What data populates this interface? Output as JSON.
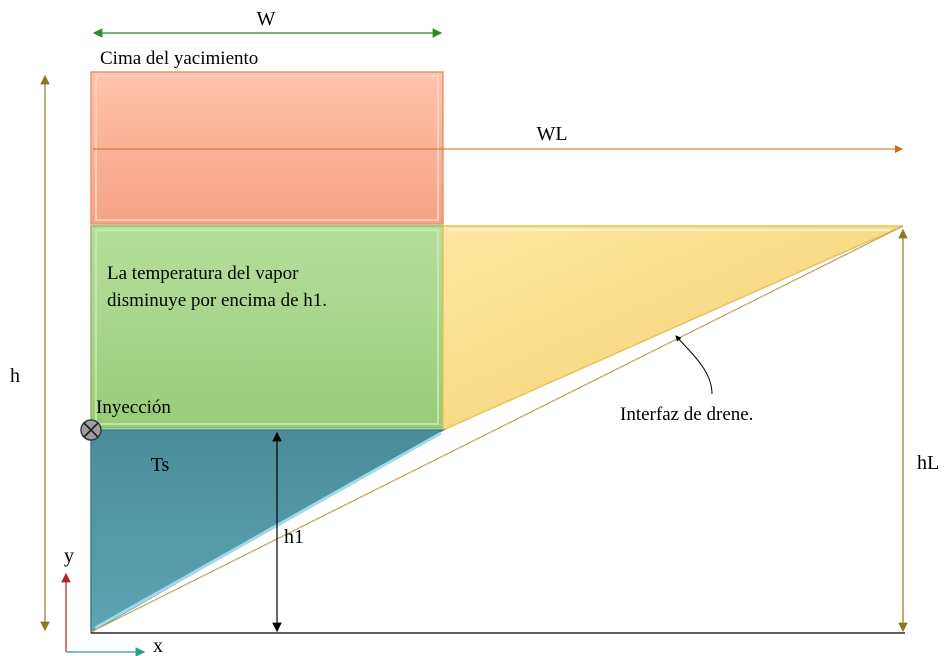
{
  "labels": {
    "width_w": "W",
    "reservoir_top": "Cima del yacimiento",
    "width_wl": "WL",
    "height_h": "h",
    "steam_note_line1": "La temperatura del vapor",
    "steam_note_line2": "disminuye por encima de h1.",
    "injection": "Inyección",
    "drainage_interface": "Interfaz de drene.",
    "height_hl": "hL",
    "steam_temp": "Ts",
    "height_h1": "h1",
    "axis_y": "y",
    "axis_x": "x"
  },
  "colors": {
    "top_zone": "#f7a98c",
    "steam_zone": "#a9d78f",
    "liquid_zone": "#f8df8a",
    "condensate_zone": "#4e92a1",
    "arrow_green": "#2e8b2e",
    "arrow_brown": "#8b7a1a",
    "arrow_orange": "#d2691e",
    "axis_red": "#b22222",
    "axis_teal": "#2a9d8f"
  },
  "icons": {
    "injection": "injector-valve-icon"
  }
}
